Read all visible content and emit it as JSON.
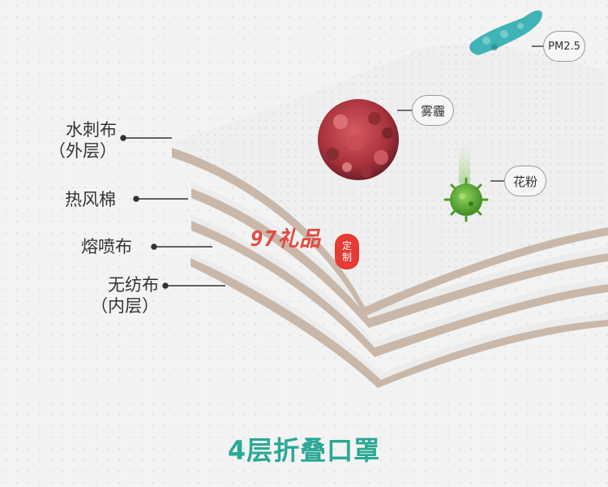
{
  "layers": [
    {
      "line1": "水刺布",
      "line2": "（外层）"
    },
    {
      "line1": "热风棉",
      "line2": ""
    },
    {
      "line1": "熔喷布",
      "line2": ""
    },
    {
      "line1": "无纺布",
      "line2": "（内层）"
    }
  ],
  "pollutants": {
    "pm25": "PM2.5",
    "smog": "雾霾",
    "pollen": "花粉"
  },
  "watermark": {
    "text": "97礼品",
    "seal": "定制"
  },
  "title": "4层折叠口罩",
  "colors": {
    "accent": "#2aa895",
    "fabric": "#efefef",
    "fabric_edge": "#c9b8a9",
    "smog_particle": "#b8424a",
    "pollen_particle": "#5aa534",
    "pm_particle": "#3fb3b6"
  }
}
